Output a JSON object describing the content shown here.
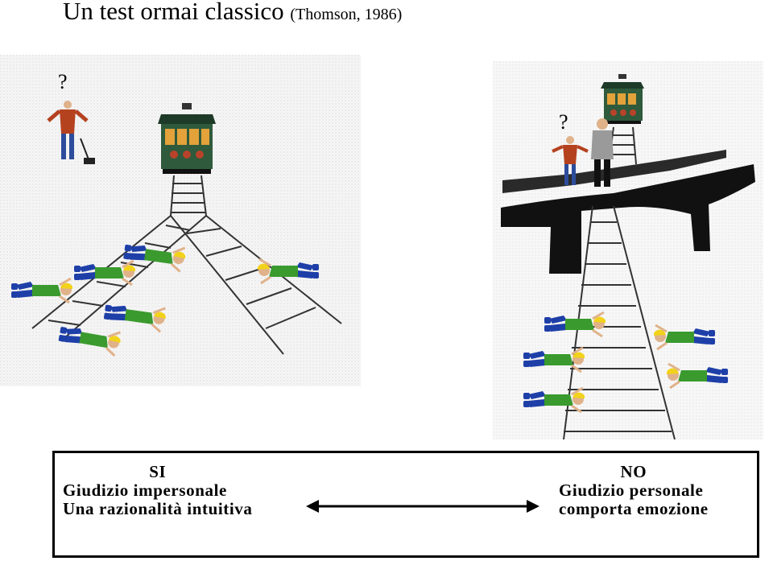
{
  "header": {
    "title": "Un test ormai classico",
    "citation": "(Thomson, 1986)"
  },
  "left_option": {
    "answer": "SI",
    "line1": "Giudizio impersonale",
    "line2": "Una razionalità intuitiva"
  },
  "right_option": {
    "answer": "NO",
    "line1": "Giudizio personale",
    "line2": "comporta emozione"
  },
  "illustrations": {
    "left": {
      "question_mark": "?"
    },
    "right": {
      "question_mark": "?"
    }
  },
  "colors": {
    "worker_shirt": "#3a9a2e",
    "worker_pants": "#1e3fa8",
    "worker_helmet": "#f2d21b",
    "tram_body": "#2f5a3c",
    "tram_windows": "#e3a23a",
    "bridge": "#111111",
    "rails": "#333333"
  }
}
